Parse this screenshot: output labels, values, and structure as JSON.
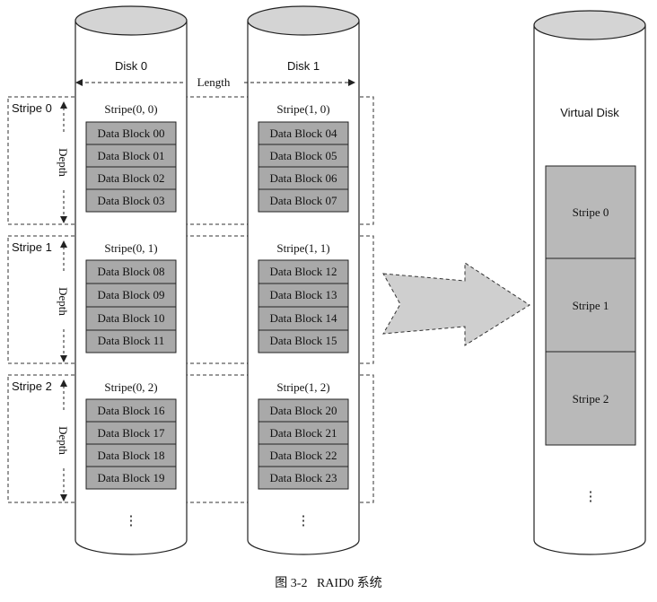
{
  "disks": [
    {
      "label": "Disk 0",
      "stripes": [
        {
          "title": "Stripe(0, 0)",
          "blocks": [
            "Data Block 00",
            "Data Block 01",
            "Data Block 02",
            "Data Block 03"
          ]
        },
        {
          "title": "Stripe(0, 1)",
          "blocks": [
            "Data Block 08",
            "Data Block 09",
            "Data Block 10",
            "Data Block 11"
          ]
        },
        {
          "title": "Stripe(0, 2)",
          "blocks": [
            "Data Block 16",
            "Data Block 17",
            "Data Block 18",
            "Data Block 19"
          ]
        }
      ],
      "ellipsis": "⋮"
    },
    {
      "label": "Disk 1",
      "stripes": [
        {
          "title": "Stripe(1, 0)",
          "blocks": [
            "Data Block 04",
            "Data Block 05",
            "Data Block 06",
            "Data Block 07"
          ]
        },
        {
          "title": "Stripe(1, 1)",
          "blocks": [
            "Data Block 12",
            "Data Block 13",
            "Data Block 14",
            "Data Block 15"
          ]
        },
        {
          "title": "Stripe(1, 2)",
          "blocks": [
            "Data Block 20",
            "Data Block 21",
            "Data Block 22",
            "Data Block 23"
          ]
        }
      ],
      "ellipsis": "⋮"
    }
  ],
  "stripe_labels": [
    "Stripe 0",
    "Stripe 1",
    "Stripe 2"
  ],
  "depth_label": "Depth",
  "length_label": "Length",
  "virtual_disk": {
    "label": "Virtual Disk",
    "stripes": [
      "Stripe 0",
      "Stripe 1",
      "Stripe 2"
    ],
    "ellipsis": "⋮"
  },
  "caption": "图 3-2   RAID0 系统",
  "colors": {
    "block_fill": "#a9a9a9",
    "cylinder_top": "#d4d4d4",
    "stripe_fill": "#b9b9b9",
    "arrow_fill": "#cfcfcf"
  }
}
